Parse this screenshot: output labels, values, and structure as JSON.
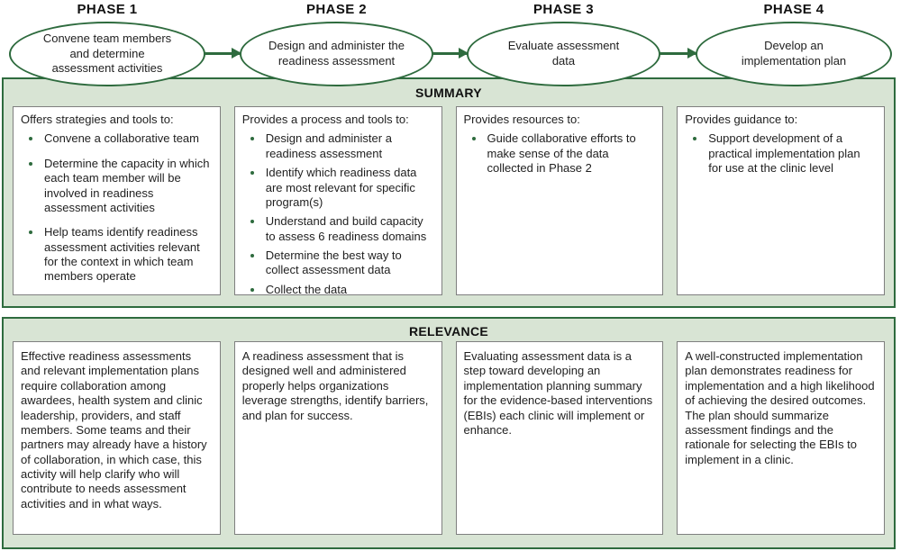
{
  "colors": {
    "dark_green": "#2e6b3e",
    "light_green_band": "#d8e4d4",
    "card_border": "#7f7f7f",
    "text": "#1f1f1f"
  },
  "phases": [
    {
      "label": "PHASE 1",
      "oval_text": "Convene team members\nand determine\nassessment activities"
    },
    {
      "label": "PHASE 2",
      "oval_text": "Design and administer the\nreadiness assessment"
    },
    {
      "label": "PHASE 3",
      "oval_text": "Evaluate assessment\ndata"
    },
    {
      "label": "PHASE 4",
      "oval_text": "Develop an\nimplementation plan"
    }
  ],
  "summary": {
    "title": "SUMMARY",
    "columns": [
      {
        "lead": "Offers strategies and tools to:",
        "bullets": [
          "Convene a collaborative team",
          "Determine the capacity in which each team member will be involved in readiness assessment activities",
          "Help teams identify readiness assessment activities relevant for the context in which team members operate"
        ]
      },
      {
        "lead": "Provides a process and tools to:",
        "bullets": [
          "Design and administer a readiness assessment",
          "Identify which readiness data are most relevant for specific program(s)",
          "Understand and build capacity to assess 6 readiness domains",
          "Determine the best way to collect assessment data",
          "Collect the data"
        ]
      },
      {
        "lead": "Provides resources to:",
        "bullets": [
          "Guide collaborative efforts to make sense of the data collected in Phase 2"
        ]
      },
      {
        "lead": "Provides guidance to:",
        "bullets": [
          "Support development of a practical implementation plan for use at the clinic level"
        ]
      }
    ]
  },
  "relevance": {
    "title": "RELEVANCE",
    "columns": [
      {
        "text": "Effective readiness assessments and relevant implementation plans require collaboration among awardees, health system and clinic leadership, providers, and staff members. Some teams and their partners may already have a history of collaboration, in which case, this activity will help clarify who will contribute to needs assessment activities and in what ways."
      },
      {
        "text": "A readiness assessment that is designed well and administered properly helps organizations leverage strengths, identify barriers, and plan for success."
      },
      {
        "text": "Evaluating assessment data is a step toward developing an implementation planning summary for the evidence-based interventions (EBIs) each clinic will implement or enhance."
      },
      {
        "text": "A well-constructed implementation plan demonstrates readiness for implementation and a high likelihood of achieving the desired outcomes. The plan should summarize assessment findings and the rationale for selecting the EBIs to implement in a clinic."
      }
    ]
  }
}
